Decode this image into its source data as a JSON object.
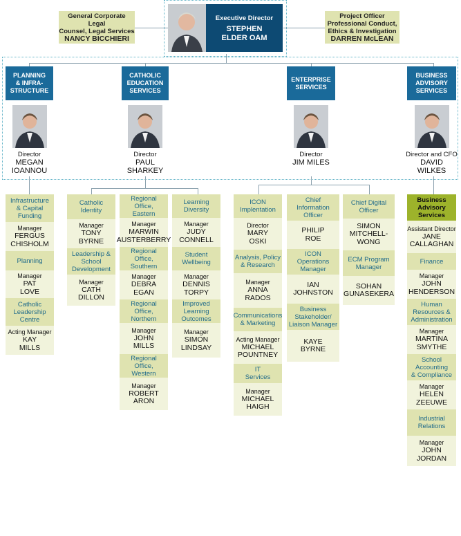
{
  "executive": {
    "role": "Executive Director",
    "name_line1": "STEPHEN",
    "name_line2": "ELDER OAM"
  },
  "side_left": {
    "line1": "General Corporate Legal",
    "line2": "Counsel, Legal Services",
    "name": "NANCY BICCHIERI"
  },
  "side_right": {
    "line1": "Project Officer",
    "line2": "Professional Conduct,",
    "line3": "Ethics & Investigation",
    "name": "DARREN McLEAN"
  },
  "divisions": [
    {
      "title_lines": [
        "PLANNING",
        "& INFRA-",
        "STRUCTURE"
      ],
      "role": "Director",
      "name_lines": [
        "MEGAN",
        "IOANNOU"
      ]
    },
    {
      "title_lines": [
        "CATHOLIC",
        "EDUCATION",
        "SERVICES"
      ],
      "role": "Director",
      "name_lines": [
        "PAUL",
        "SHARKEY"
      ]
    },
    {
      "title_lines": [
        "ENTERPRISE",
        "SERVICES"
      ],
      "role": "Director",
      "name_lines": [
        "JIM MILES"
      ]
    },
    {
      "title_lines": [
        "BUSINESS",
        "ADVISORY",
        "SERVICES"
      ],
      "role": "Director and CFO",
      "name_lines": [
        "DAVID",
        "WILKES"
      ]
    }
  ],
  "columns": [
    {
      "cells": [
        {
          "type": "title",
          "lines": [
            "Infrastructure",
            "& Capital",
            "Funding"
          ]
        },
        {
          "type": "person",
          "role": "Manager",
          "name_lines": [
            "FERGUS",
            "CHISHOLM"
          ]
        },
        {
          "type": "title",
          "lines": [
            "Planning"
          ]
        },
        {
          "type": "person",
          "role": "Manager",
          "name_lines": [
            "PAT",
            "LOVE"
          ]
        },
        {
          "type": "title",
          "lines": [
            "Catholic",
            "Leadership",
            "Centre"
          ]
        },
        {
          "type": "person",
          "role": "Acting Manager",
          "name_lines": [
            "KAY",
            "MILLS"
          ]
        }
      ]
    },
    {
      "cells": [
        {
          "type": "title",
          "lines": [
            "Catholic",
            "Identity"
          ]
        },
        {
          "type": "person",
          "role": "Manager",
          "name_lines": [
            "TONY",
            "BYRNE"
          ]
        },
        {
          "type": "title",
          "lines": [
            "Leadership &",
            "School",
            "Development"
          ]
        },
        {
          "type": "person",
          "role": "Manager",
          "name_lines": [
            "CATH",
            "DILLON"
          ]
        }
      ]
    },
    {
      "cells": [
        {
          "type": "title",
          "lines": [
            "Regional Office,",
            "Eastern"
          ]
        },
        {
          "type": "person",
          "role": "Manager",
          "name_lines": [
            "MARWIN",
            "AUSTERBERRY"
          ]
        },
        {
          "type": "title",
          "lines": [
            "Regional Office,",
            "Southern"
          ]
        },
        {
          "type": "person",
          "role": "Manager",
          "name_lines": [
            "DEBRA",
            "EGAN"
          ]
        },
        {
          "type": "title",
          "lines": [
            "Regional Office,",
            "Northern"
          ]
        },
        {
          "type": "person",
          "role": "Manager",
          "name_lines": [
            "JOHN",
            "MILLS"
          ]
        },
        {
          "type": "title",
          "lines": [
            "Regional Office,",
            "Western"
          ]
        },
        {
          "type": "person",
          "role": "Manager",
          "name_lines": [
            "ROBERT",
            "ARON"
          ]
        }
      ]
    },
    {
      "cells": [
        {
          "type": "title",
          "lines": [
            "Learning",
            "Diversity"
          ]
        },
        {
          "type": "person",
          "role": "Manager",
          "name_lines": [
            "JUDY",
            "CONNELL"
          ]
        },
        {
          "type": "title",
          "lines": [
            "Student",
            "Wellbeing"
          ]
        },
        {
          "type": "person",
          "role": "Manager",
          "name_lines": [
            "DENNIS",
            "TORPY"
          ]
        },
        {
          "type": "title",
          "lines": [
            "Improved",
            "Learning",
            "Outcomes"
          ]
        },
        {
          "type": "person",
          "role": "Manager",
          "name_lines": [
            "SIMON",
            "LINDSAY"
          ]
        }
      ]
    },
    {
      "cells": [
        {
          "type": "title",
          "lines": [
            "ICON",
            "Implentation"
          ]
        },
        {
          "type": "person",
          "role": "Director",
          "name_lines": [
            "MARY",
            "OSKI"
          ]
        },
        {
          "type": "title",
          "lines": [
            "Analysis, Policy",
            "& Research"
          ]
        },
        {
          "type": "person",
          "role": "Manager",
          "name_lines": [
            "ANNA",
            "RADOS"
          ]
        },
        {
          "type": "title",
          "lines": [
            "Communications",
            "& Marketing"
          ]
        },
        {
          "type": "person",
          "role": "Acting Manager",
          "name_lines": [
            "MICHAEL",
            "POUNTNEY"
          ]
        },
        {
          "type": "title",
          "lines": [
            "IT",
            "Services"
          ]
        },
        {
          "type": "person",
          "role": "Manager",
          "name_lines": [
            "MICHAEL",
            "HAIGH"
          ]
        }
      ]
    },
    {
      "cells": [
        {
          "type": "title",
          "lines": [
            "Chief",
            "Information",
            "Officer"
          ]
        },
        {
          "type": "person",
          "role": "",
          "name_lines": [
            "PHILIP",
            "ROE"
          ]
        },
        {
          "type": "title",
          "lines": [
            "ICON",
            "Operations",
            "Manager"
          ]
        },
        {
          "type": "person",
          "role": "",
          "name_lines": [
            "IAN",
            "JOHNSTON"
          ]
        },
        {
          "type": "title",
          "lines": [
            "Business",
            "Stakeholder/",
            "Liaison Manager"
          ]
        },
        {
          "type": "person",
          "role": "",
          "name_lines": [
            "KAYE",
            "BYRNE"
          ]
        }
      ]
    },
    {
      "cells": [
        {
          "type": "title",
          "lines": [
            "Chief Digital",
            "Officer"
          ]
        },
        {
          "type": "person",
          "role": "",
          "name_lines": [
            "SIMON",
            "MITCHELL-",
            "WONG"
          ]
        },
        {
          "type": "title",
          "lines": [
            "ECM Program",
            "Manager"
          ]
        },
        {
          "type": "person",
          "role": "",
          "name_lines": [
            "SOHAN",
            "GUNASEKERA"
          ]
        }
      ]
    },
    {
      "cells": [
        {
          "type": "title",
          "highlight": true,
          "lines": [
            "Business",
            "Advisory",
            "Services"
          ]
        },
        {
          "type": "person",
          "role": "Assistant Director",
          "name_lines": [
            "JANE",
            "CALLAGHAN"
          ]
        },
        {
          "type": "title",
          "lines": [
            "Finance"
          ]
        },
        {
          "type": "person",
          "role": "Manager",
          "name_lines": [
            "JOHN",
            "HENDERSON"
          ]
        },
        {
          "type": "title",
          "lines": [
            "Human",
            "Resources &",
            "Administration"
          ]
        },
        {
          "type": "person",
          "role": "Manager",
          "name_lines": [
            "MARTINA",
            "SMYTHE"
          ]
        },
        {
          "type": "title",
          "lines": [
            "School",
            "Accounting",
            "& Compliance"
          ]
        },
        {
          "type": "person",
          "role": "Manager",
          "name_lines": [
            "HELEN",
            "ZEEUWE"
          ]
        },
        {
          "type": "title",
          "lines": [
            "Industrial",
            "Relations"
          ]
        },
        {
          "type": "person",
          "role": "Manager",
          "name_lines": [
            "JOHN",
            "JORDAN"
          ]
        }
      ]
    }
  ]
}
